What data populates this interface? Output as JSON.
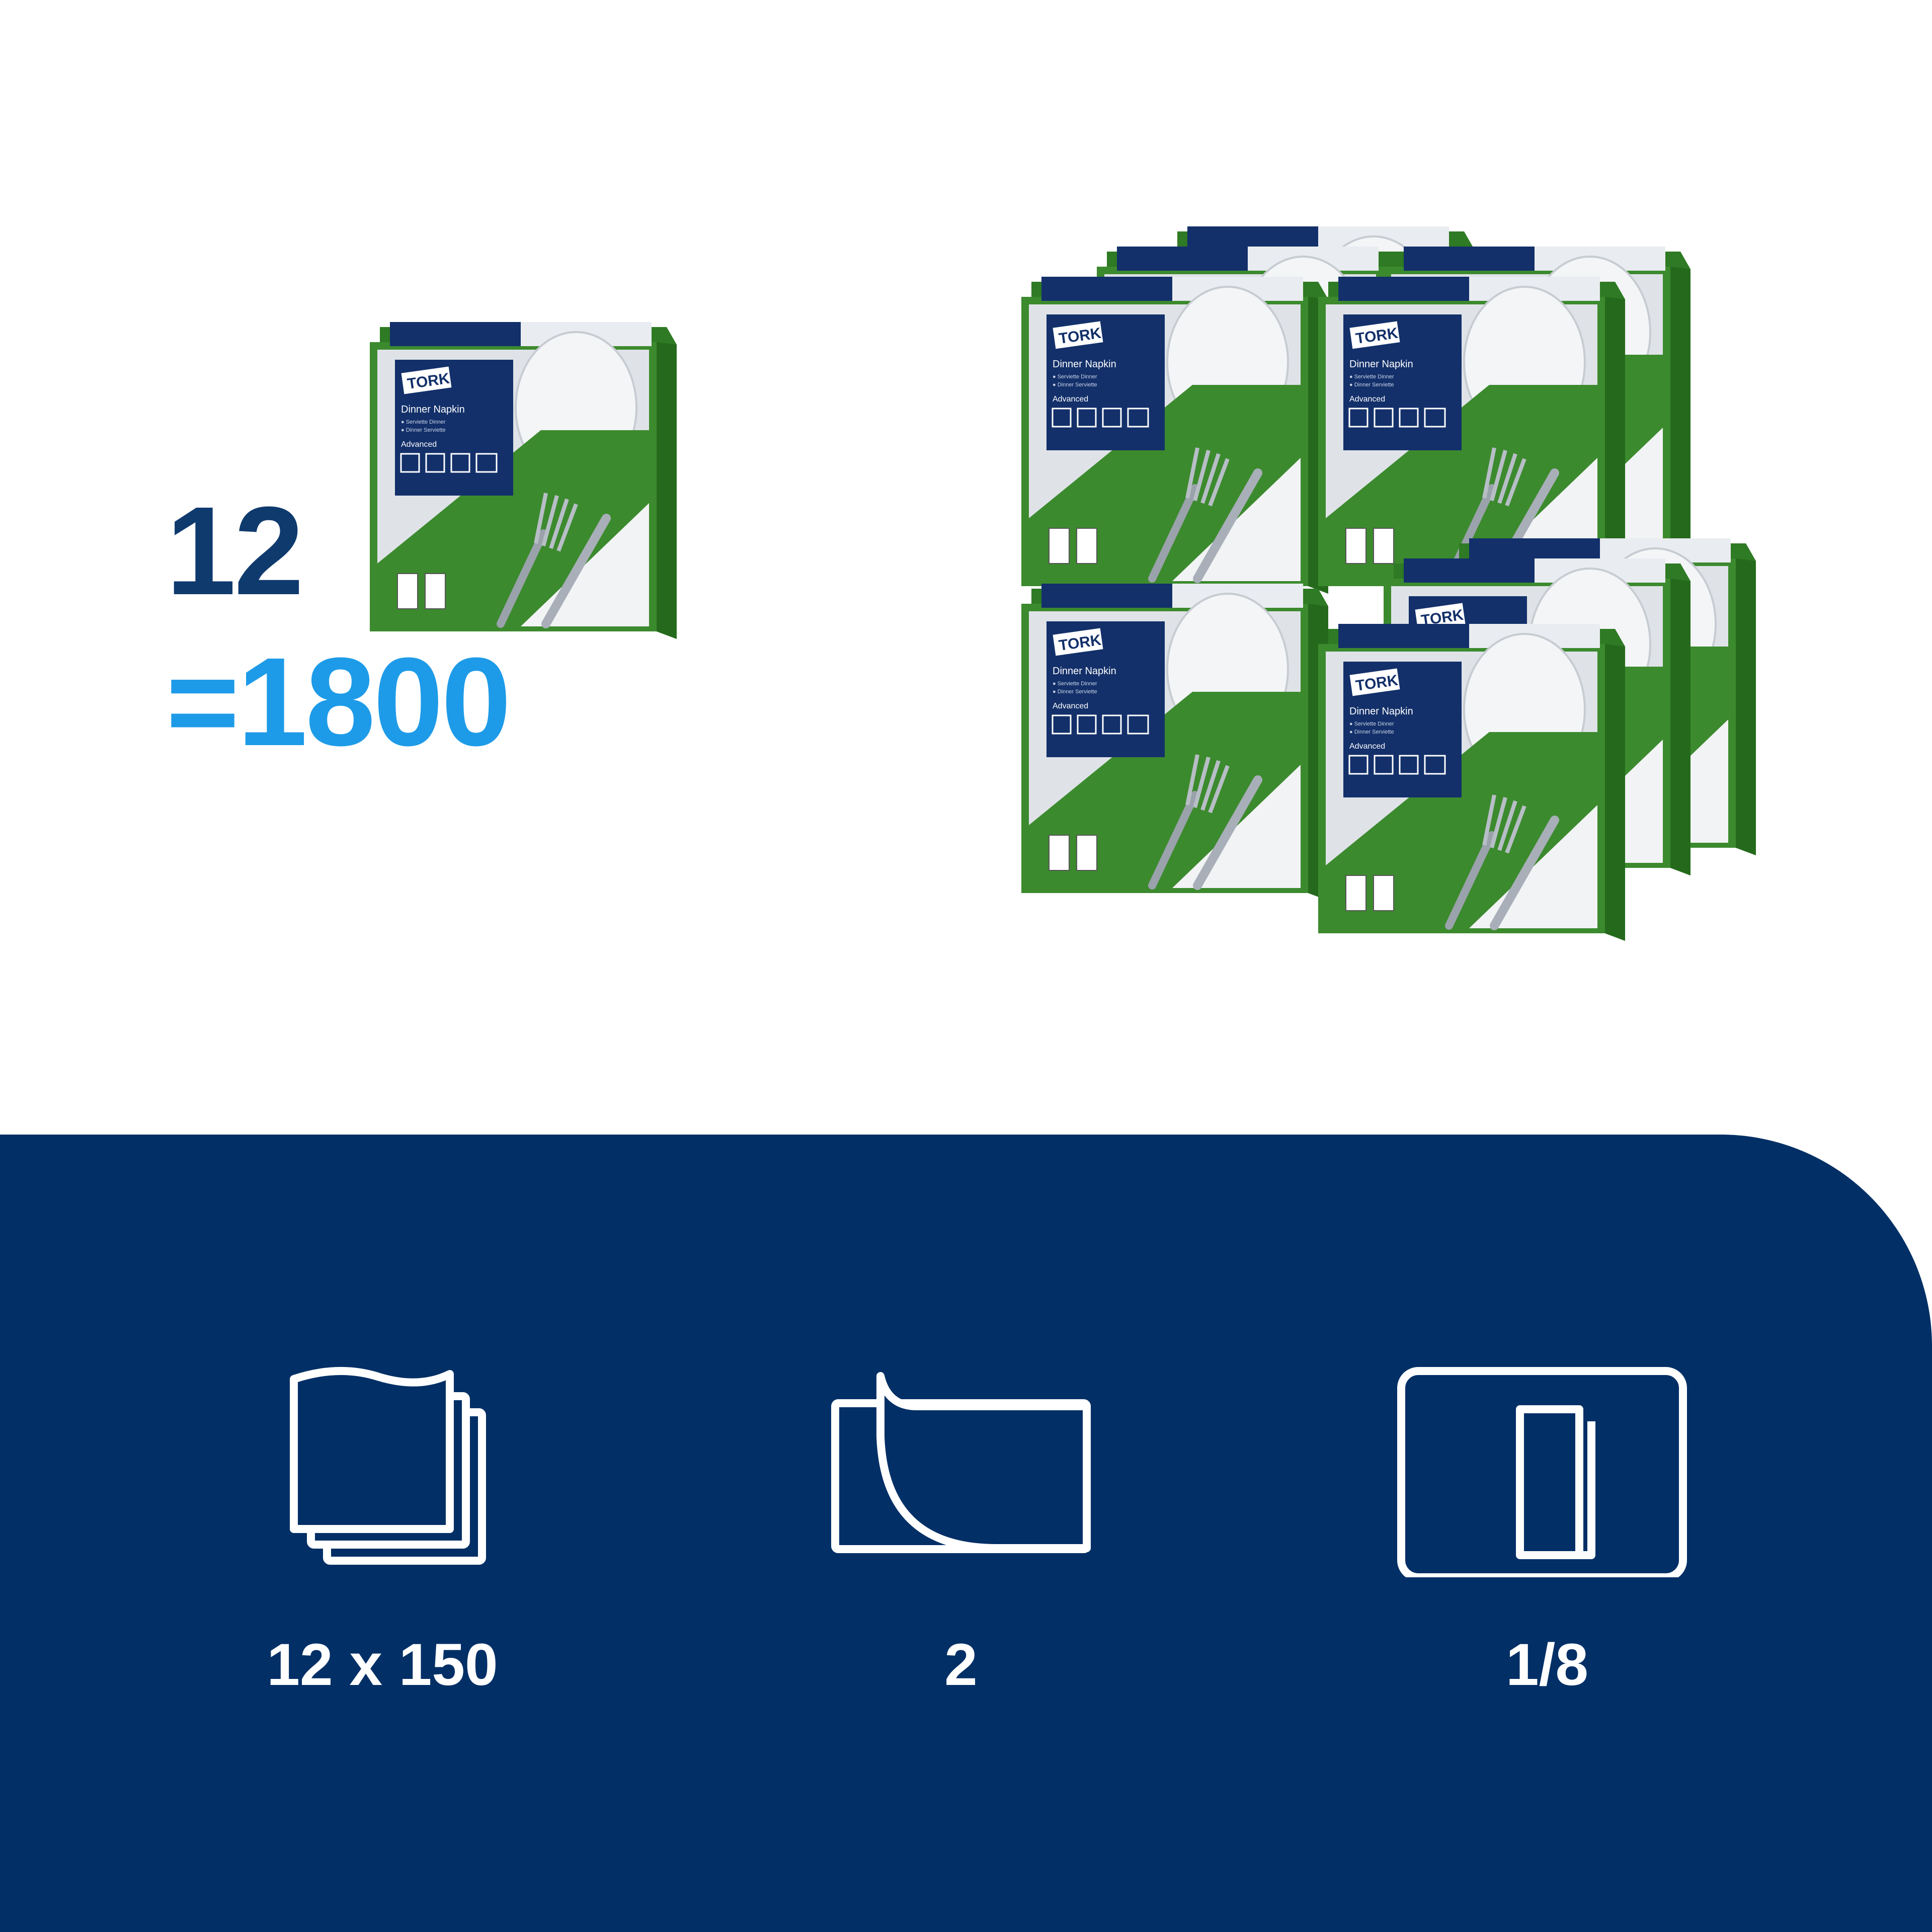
{
  "promo": {
    "pack_count": "12",
    "total_count": "=1800"
  },
  "package": {
    "brand": "TORK",
    "product_name": "Dinner Napkin",
    "product_lines": [
      "Serviette Dinner",
      "Dinner Serviette"
    ],
    "range": "Advanced",
    "colors": {
      "pack_green": "#3c8a2e",
      "pack_navy": "#13306a"
    }
  },
  "features": [
    {
      "icon": "napkin-stack-icon",
      "label": "12 x 150"
    },
    {
      "icon": "two-ply-icon",
      "label": "2"
    },
    {
      "icon": "eighth-fold-icon",
      "label": "1/8"
    }
  ],
  "colors": {
    "dark_blue": "#0f3a6e",
    "light_blue": "#1e9be8",
    "panel": "#012f66"
  }
}
